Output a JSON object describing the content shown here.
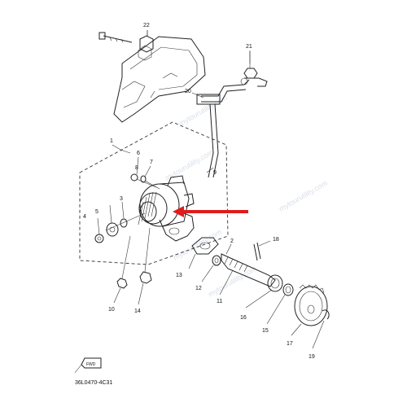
{
  "diagram": {
    "part_numbers": [
      "1",
      "2",
      "3",
      "4",
      "5",
      "6",
      "7",
      "8",
      "9",
      "10",
      "11",
      "12",
      "13",
      "14",
      "15",
      "16",
      "17",
      "18",
      "19",
      "20",
      "21",
      "22"
    ],
    "drawing_code": "36L0470-4C31",
    "watermarks": [
      "mytourutility.com",
      "mytourutility.com",
      "mytourutility.com",
      "mytourutility.com",
      "mytourutility.com"
    ],
    "fwd_symbol": "FWD",
    "arrow_color": "#e01b1b"
  }
}
